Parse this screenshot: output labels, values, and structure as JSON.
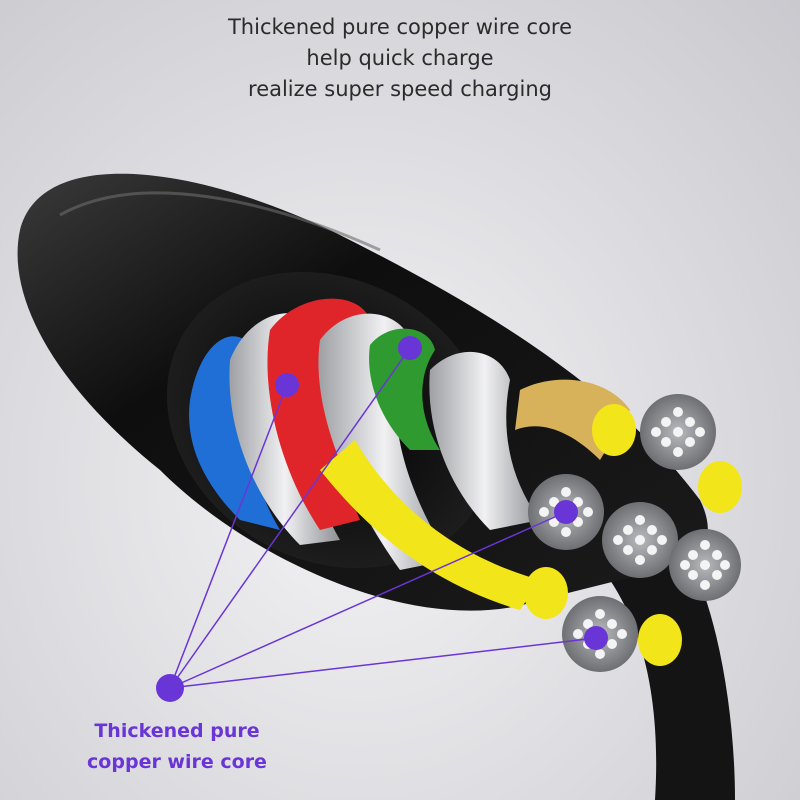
{
  "header": {
    "line1": "Thickened pure copper wire core",
    "line2": "help quick charge",
    "line3": "realize super speed charging"
  },
  "callout": {
    "line1": "Thickened pure",
    "line2": "copper wire core"
  },
  "colors": {
    "accent": "#6a35d6",
    "jacket": "#111111",
    "wire_blue": "#1f6fd6",
    "wire_red": "#e0252a",
    "wire_green": "#2f9a2f",
    "wire_yellow": "#f2e51a",
    "strand": "#dfe0e2"
  }
}
